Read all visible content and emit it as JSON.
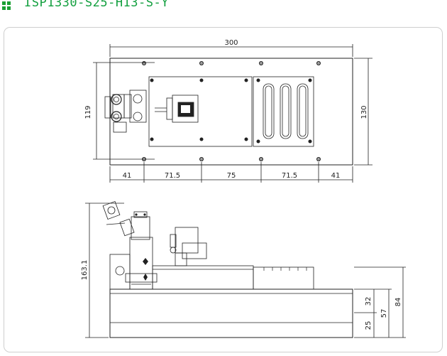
{
  "header": {
    "title": "ISP1330-S25-H13-S-Y"
  },
  "top_view": {
    "overall_width": "300",
    "overall_height": "130",
    "mount_height": "119",
    "segments": [
      "41",
      "71.5",
      "75",
      "71.5",
      "41"
    ]
  },
  "side_view": {
    "total_height": "163.1",
    "height_84": "84",
    "height_57": "57",
    "height_32": "32",
    "height_25": "25"
  },
  "colors": {
    "title": "#14a040",
    "icon": "#1aa033",
    "line": "#222222",
    "frame": "#cfcfcf"
  }
}
